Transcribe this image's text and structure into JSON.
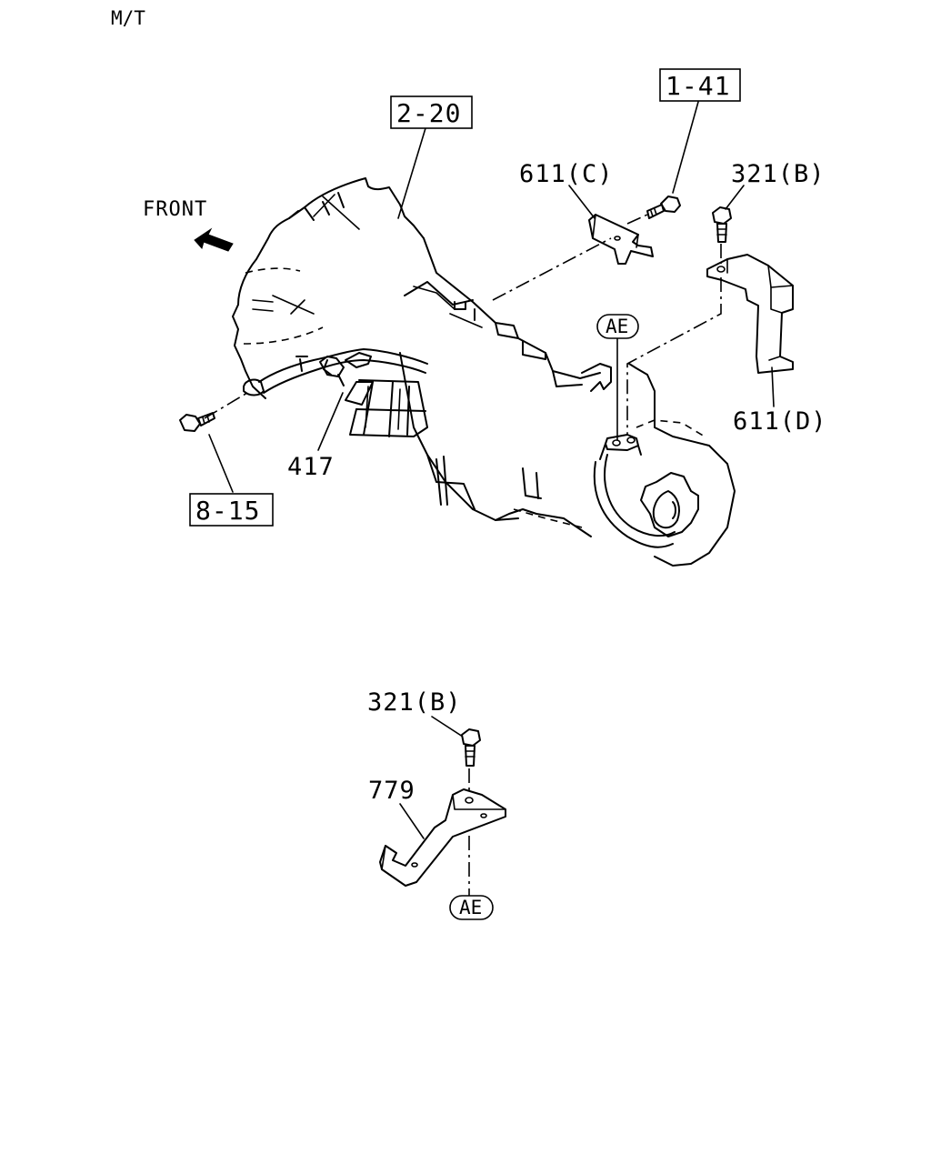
{
  "header": {
    "variant": "M/T"
  },
  "orientation": {
    "label": "FRONT",
    "arrow_icon": "arrow-up-left-icon"
  },
  "references": {
    "ref_2_20": "2-20",
    "ref_1_41": "1-41",
    "ref_8_15": "8-15"
  },
  "parts": {
    "p611c": "611(C)",
    "p321b_top": "321(B)",
    "p611d": "611(D)",
    "p417": "417",
    "p321b_bottom": "321(B)",
    "p779": "779"
  },
  "connectors": {
    "ae_top": "AE",
    "ae_bottom": "AE"
  }
}
